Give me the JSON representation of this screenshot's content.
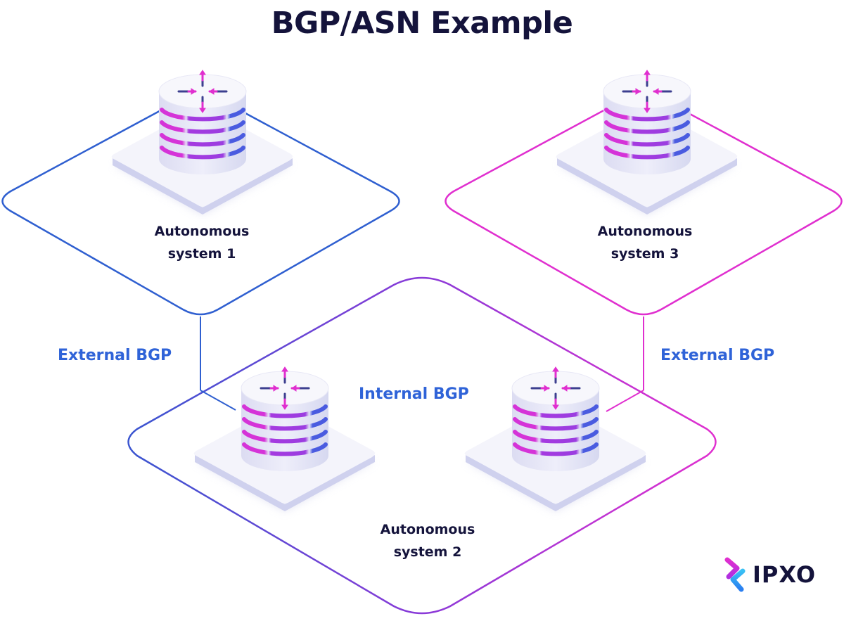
{
  "title": "BGP/ASN Example",
  "autonomous_systems": [
    {
      "id": "as1",
      "line1": "Autonomous",
      "line2": "system 1",
      "color": "#2f5fd0"
    },
    {
      "id": "as2",
      "line1": "Autonomous",
      "line2": "system 2",
      "color": "#8a3ad8"
    },
    {
      "id": "as3",
      "line1": "Autonomous",
      "line2": "system 3",
      "color": "#e02fcf"
    }
  ],
  "links": {
    "external_left": "External BGP",
    "external_right": "External BGP",
    "internal": "Internal BGP"
  },
  "routers": [
    {
      "id": "router-as1",
      "system": "as1"
    },
    {
      "id": "router-as3",
      "system": "as3"
    },
    {
      "id": "router-as2-left",
      "system": "as2"
    },
    {
      "id": "router-as2-right",
      "system": "as2"
    }
  ],
  "colors": {
    "title": "#14133b",
    "bgp_label": "#2f63d8",
    "router_stripe_magenta": "#d533d8",
    "router_stripe_purple": "#9b3de0",
    "router_stripe_blue": "#4a5be0",
    "arrow_magenta": "#e02fcf",
    "arrow_navy": "#3c3f8f"
  },
  "logo": {
    "text": "IPXO"
  }
}
